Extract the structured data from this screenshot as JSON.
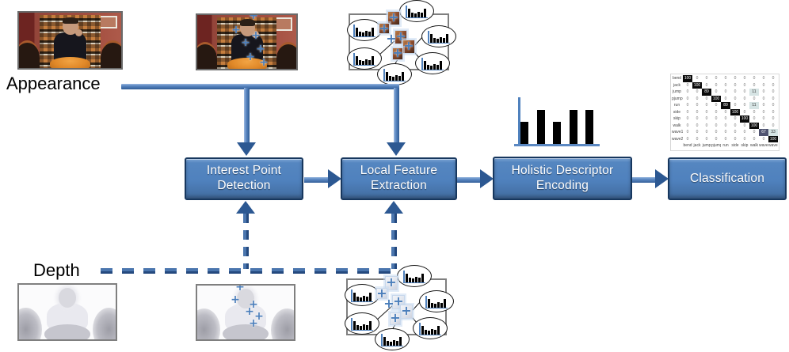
{
  "labels": {
    "appearance": "Appearance",
    "depth": "Depth"
  },
  "pipeline": {
    "boxes": [
      {
        "line1": "Interest Point",
        "line2": "Detection"
      },
      {
        "line1": "Local Feature",
        "line2": "Extraction"
      },
      {
        "line1": "Holistic Descriptor",
        "line2": "Encoding"
      },
      {
        "line1": "Classification",
        "line2": ""
      }
    ]
  },
  "colors": {
    "box_fill": "#4f81bd",
    "box_border": "#17375e",
    "box_text": "#ffffff",
    "connector_blue": "#4b76ae",
    "connector_dark": "#2c5892",
    "interest_point_marker": "#4a7ebb",
    "histogram_bar": "#000000",
    "histogram_axis": "#4f81bd",
    "label_text": "#000000"
  },
  "chart_data": [
    {
      "id": "holistic-descriptor-histogram",
      "type": "bar",
      "title": "",
      "categories": [
        "",
        "",
        "",
        "",
        ""
      ],
      "values": [
        0.65,
        1.0,
        0.65,
        1.0,
        1.0
      ],
      "ylim": [
        0,
        1
      ],
      "bar_color": "#000000",
      "axis_color": "#4f81bd",
      "grid": false,
      "legend": false,
      "note": "unlabeled descriptor histogram above Holistic Descriptor Encoding box"
    },
    {
      "id": "local-feature-mini-histogram",
      "type": "bar",
      "title": "",
      "values": [
        0.85,
        0.5,
        0.4,
        0.55,
        0.5,
        0.85
      ],
      "ylim": [
        0,
        1
      ],
      "bar_color": "#000000",
      "axis_color": "#4f81bd",
      "note": "small histogram repeated inside each ellipse of the local-feature clusters"
    },
    {
      "id": "confusion-matrix",
      "type": "heatmap",
      "title": "",
      "categories": [
        "bend",
        "jack",
        "jump",
        "pjump",
        "run",
        "side",
        "skip",
        "walk",
        "wave1",
        "wave2"
      ],
      "matrix": [
        [
          100,
          0,
          0,
          0,
          0,
          0,
          0,
          0,
          0,
          0
        ],
        [
          0,
          100,
          0,
          0,
          0,
          0,
          0,
          0,
          0,
          0
        ],
        [
          0,
          0,
          89,
          0,
          0,
          0,
          0,
          11,
          0,
          0
        ],
        [
          0,
          0,
          0,
          100,
          0,
          0,
          0,
          0,
          0,
          0
        ],
        [
          0,
          0,
          0,
          0,
          89,
          0,
          0,
          11,
          0,
          0
        ],
        [
          0,
          0,
          0,
          0,
          0,
          100,
          0,
          0,
          0,
          0
        ],
        [
          0,
          0,
          0,
          0,
          0,
          0,
          100,
          0,
          0,
          0
        ],
        [
          0,
          0,
          0,
          0,
          0,
          0,
          0,
          100,
          0,
          0
        ],
        [
          0,
          0,
          0,
          0,
          0,
          0,
          0,
          0,
          67,
          33
        ],
        [
          0,
          0,
          0,
          0,
          0,
          0,
          0,
          0,
          0,
          100
        ]
      ],
      "legend": false
    }
  ]
}
